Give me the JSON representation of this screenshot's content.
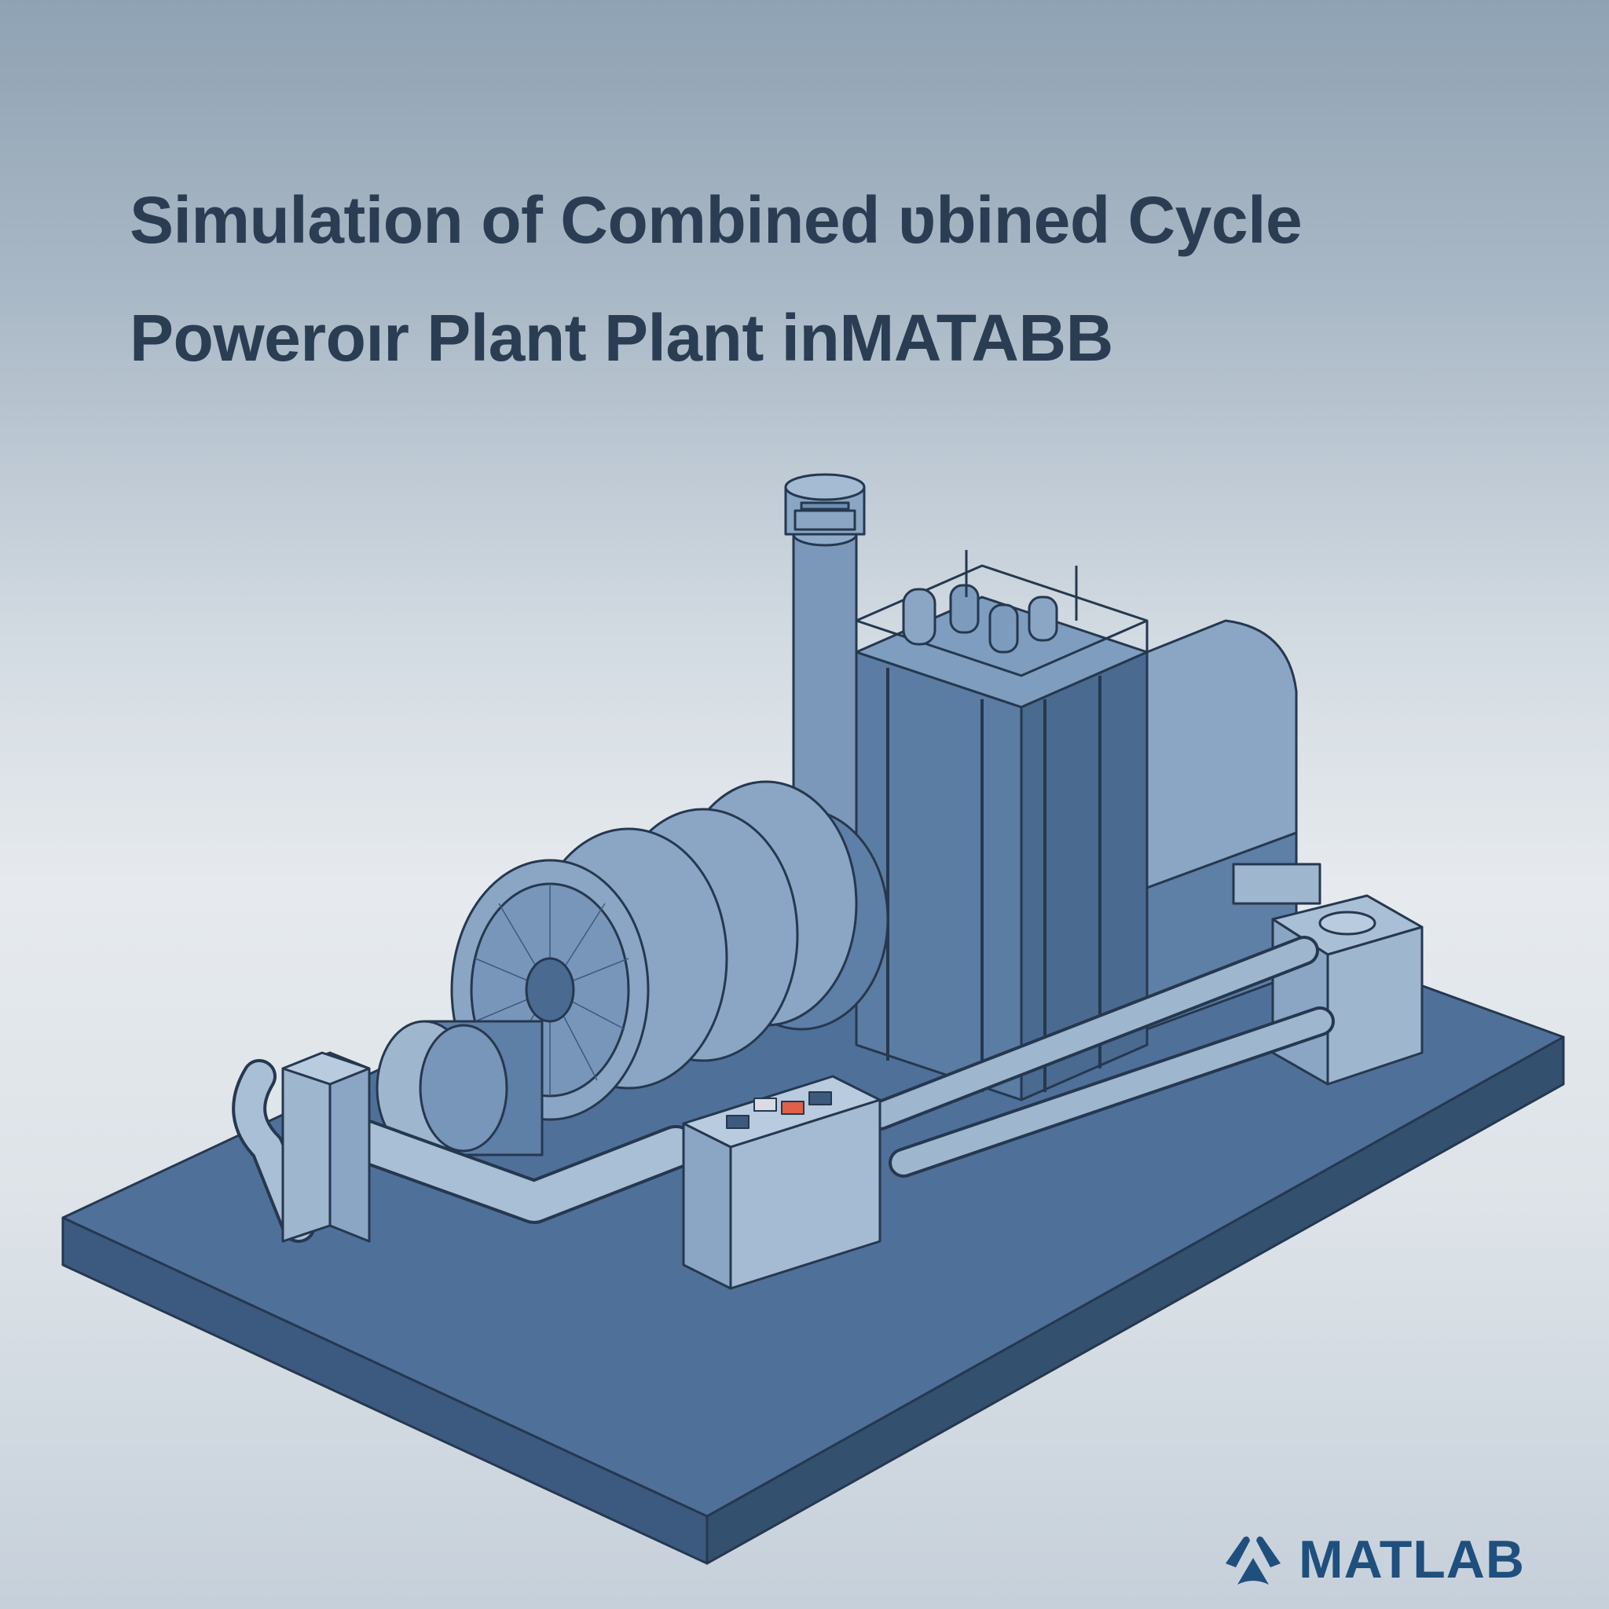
{
  "title": {
    "line1": "Simulation of Combined ʋbined Cycle",
    "line2": "Poweroır Plant Plant inMATABB"
  },
  "illustration": {
    "subject": "isometric combined cycle power plant",
    "components": [
      "exhaust-stack",
      "hrsg-tower",
      "turbine-fans",
      "generator-housing",
      "control-panel",
      "piping",
      "base-platform",
      "tank-box"
    ],
    "colors": {
      "base": "#4a6b91",
      "metal_light": "#9fb6cf",
      "metal_mid": "#6f8fb2",
      "metal_dark": "#3d5a7d",
      "outline": "#25384f",
      "accent_red": "#e0604a",
      "accent_gold": "#c9b35a"
    }
  },
  "logo": {
    "text": "MATLAB",
    "color": "#1f4f7d"
  }
}
